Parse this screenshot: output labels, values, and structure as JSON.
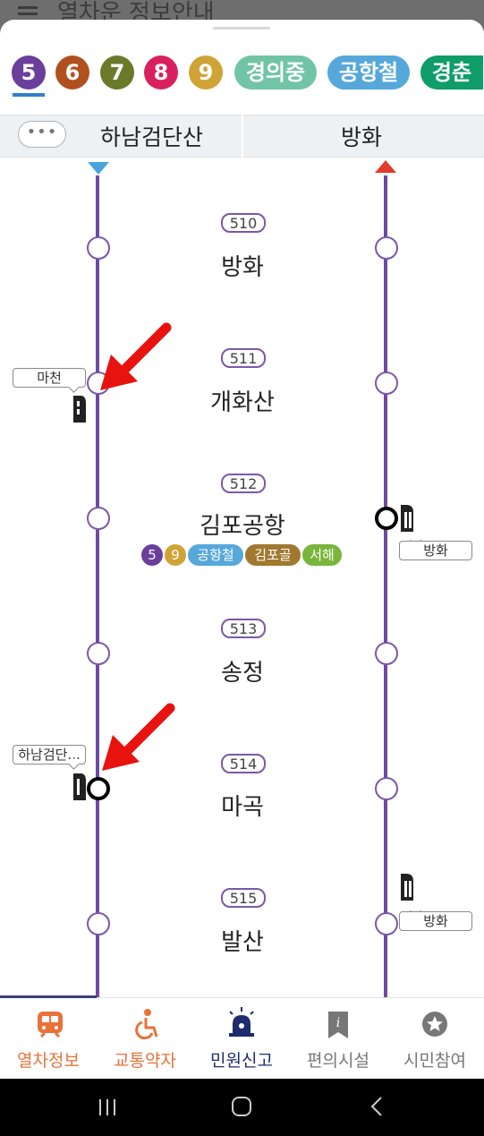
{
  "header": {
    "title_partial": "열차운 정보안내"
  },
  "line_tabs": [
    {
      "label": "5",
      "color": "#6a3e9a"
    },
    {
      "label": "6",
      "color": "#b0501e"
    },
    {
      "label": "7",
      "color": "#6b7a2a"
    },
    {
      "label": "8",
      "color": "#d8205f"
    },
    {
      "label": "9",
      "color": "#cfa335"
    },
    {
      "label": "경의중",
      "color": "#72c4a6"
    },
    {
      "label": "공항철",
      "color": "#56a8da"
    },
    {
      "label": "경춘",
      "color": "#0f9d6a"
    }
  ],
  "direction": {
    "more_label": "•••",
    "left": "하남검단산",
    "right": "방화"
  },
  "stations": [
    {
      "code": "510",
      "name": "방화"
    },
    {
      "code": "511",
      "name": "개화산"
    },
    {
      "code": "512",
      "name": "김포공항",
      "transfers": [
        {
          "label": "5",
          "color": "#6a3e9a"
        },
        {
          "label": "9",
          "color": "#cfa335"
        },
        {
          "label": "공항철",
          "color": "#56a8da"
        },
        {
          "label": "김포골",
          "color": "#a0782f"
        },
        {
          "label": "서해",
          "color": "#79b53a"
        }
      ]
    },
    {
      "code": "513",
      "name": "송정"
    },
    {
      "code": "514",
      "name": "마곡"
    },
    {
      "code": "515",
      "name": "발산"
    }
  ],
  "trains": [
    {
      "label": "마천"
    },
    {
      "label": "방화"
    },
    {
      "label": "하남검단..."
    },
    {
      "label": "방화"
    }
  ],
  "bottom_nav": [
    {
      "label": "열차정보",
      "color": "#e8723a"
    },
    {
      "label": "교통약자",
      "color": "#e8723a"
    },
    {
      "label": "민원신고",
      "color": "#1e2b6e"
    },
    {
      "label": "편의시설",
      "color": "#777777"
    },
    {
      "label": "시민참여",
      "color": "#777777"
    }
  ]
}
